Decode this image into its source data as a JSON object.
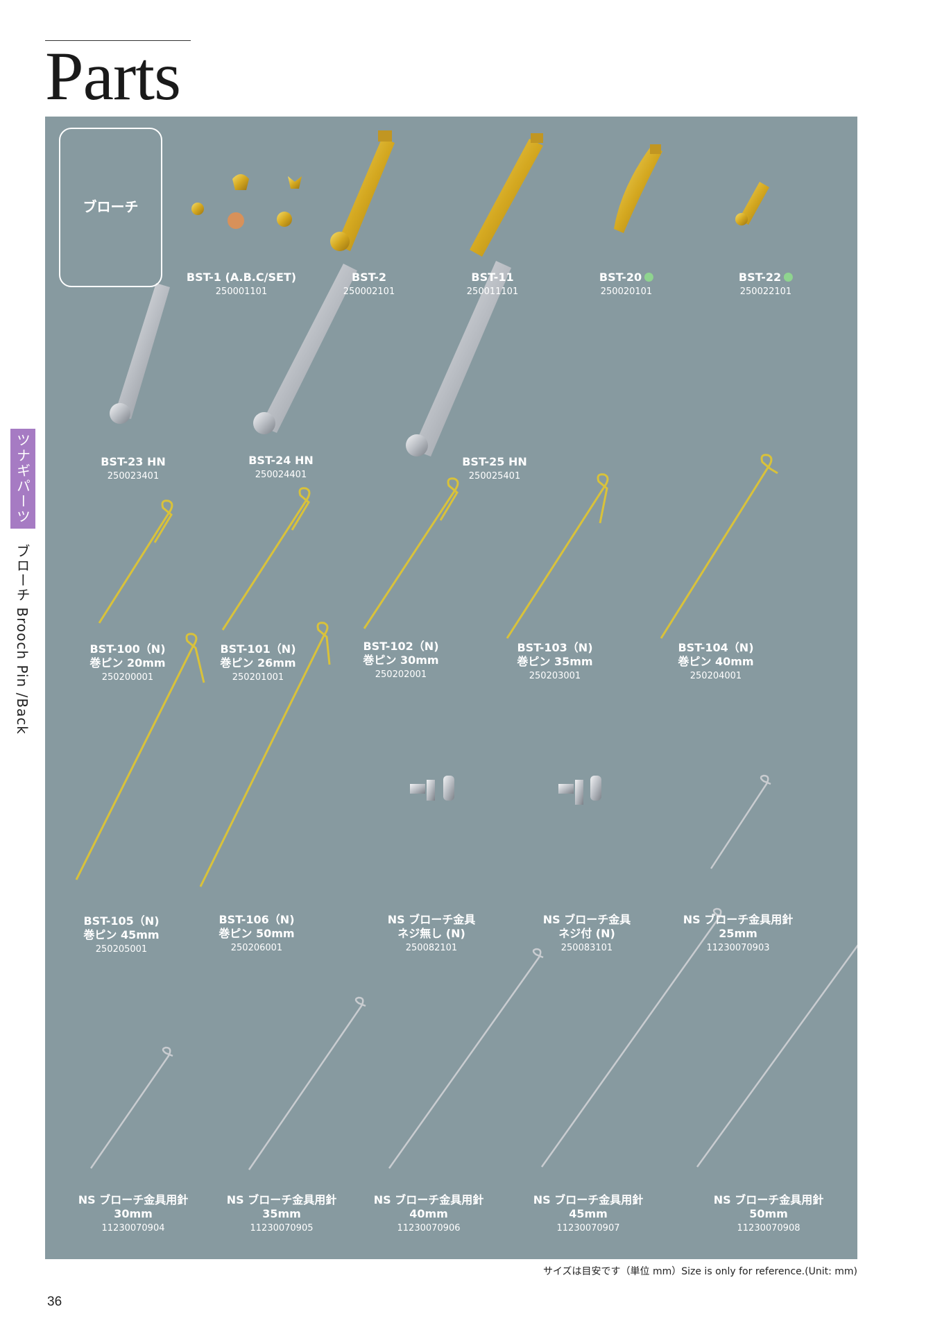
{
  "header": {
    "title": "Parts"
  },
  "category": {
    "label": "ブローチ"
  },
  "side_tab": {
    "label": "ツナギパーツ",
    "sub": "ブローチ  Brooch  Pin /Back"
  },
  "colors": {
    "panel": "#879aa0",
    "tab": "#a67bc3",
    "green_dot": "#8fd48f",
    "gold": "#d9b42a",
    "silver": "#c9ccd0"
  },
  "items": [
    {
      "name": "BST-1 (A.B.C/SET)",
      "code": "250001101"
    },
    {
      "name": "BST-2",
      "code": "250002101"
    },
    {
      "name": "BST-11",
      "code": "250011101"
    },
    {
      "name": "BST-20",
      "code": "250020101",
      "dot": true
    },
    {
      "name": "BST-22",
      "code": "250022101",
      "dot": true
    },
    {
      "name": "BST-23 HN",
      "code": "250023401"
    },
    {
      "name": "BST-24 HN",
      "code": "250024401"
    },
    {
      "name": "BST-25 HN",
      "code": "250025401"
    },
    {
      "name": "BST-100（N)",
      "name2": "巻ピン 20mm",
      "code": "250200001"
    },
    {
      "name": "BST-101（N)",
      "name2": "巻ピン 26mm",
      "code": "250201001"
    },
    {
      "name": "BST-102（N)",
      "name2": "巻ピン 30mm",
      "code": "250202001"
    },
    {
      "name": "BST-103（N)",
      "name2": "巻ピン 35mm",
      "code": "250203001"
    },
    {
      "name": "BST-104（N)",
      "name2": "巻ピン 40mm",
      "code": "250204001"
    },
    {
      "name": "BST-105（N)",
      "name2": "巻ピン 45mm",
      "code": "250205001"
    },
    {
      "name": "BST-106（N)",
      "name2": "巻ピン 50mm",
      "code": "250206001"
    },
    {
      "name": "NS ブローチ金具",
      "name2": "ネジ無し (N)",
      "code": "250082101"
    },
    {
      "name": "NS ブローチ金具",
      "name2": "ネジ付 (N)",
      "code": "250083101"
    },
    {
      "name": "NS ブローチ金具用針",
      "name2": "25mm",
      "code": "11230070903"
    },
    {
      "name": "NS ブローチ金具用針",
      "name2": "30mm",
      "code": "11230070904"
    },
    {
      "name": "NS ブローチ金具用針",
      "name2": "35mm",
      "code": "11230070905"
    },
    {
      "name": "NS ブローチ金具用針",
      "name2": "40mm",
      "code": "11230070906"
    },
    {
      "name": "NS ブローチ金具用針",
      "name2": "45mm",
      "code": "11230070907"
    },
    {
      "name": "NS ブローチ金具用針",
      "name2": "50mm",
      "code": "11230070908"
    }
  ],
  "footnote": "サイズは目安です（単位 mm）Size is only for reference.(Unit: mm)",
  "page_number": "36"
}
